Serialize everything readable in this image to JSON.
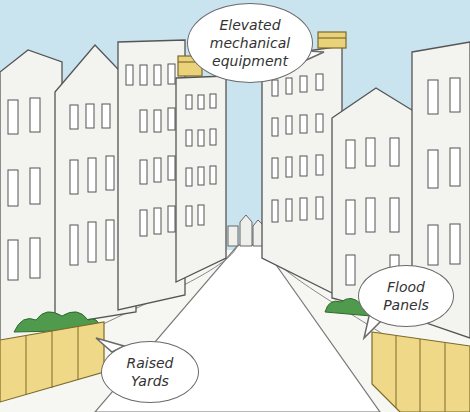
{
  "diagram": {
    "nodes": [
      {
        "text": [
          "Elevated mechanical equipment"
        ]
      },
      {
        "text": [
          "Flood Panels"
        ]
      },
      {
        "text": [
          "Raised Yards"
        ]
      }
    ]
  }
}
